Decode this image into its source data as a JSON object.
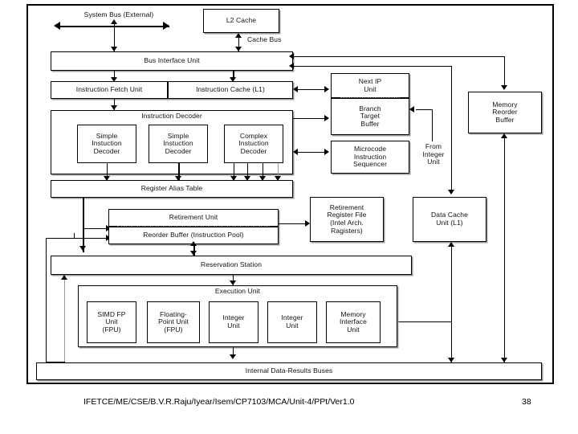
{
  "slide": {
    "title_semantic": "pentium-pro-microarchitecture-block-diagram",
    "footer": {
      "path": "IFETCE/ME/CSE/B.V.R.Raju/Iyear/Isem/CP7103/MCA/Unit-4/PPt/Ver1.0",
      "page": "38"
    }
  },
  "labels": {
    "system_bus": "System Bus (External)",
    "cache_bus": "Cache Bus",
    "from_integer_unit": "From\nInteger\nUnit"
  },
  "blocks": {
    "l2_cache": "L2 Cache",
    "bus_interface_unit": "Bus Interface Unit",
    "instruction_fetch_unit": "Instruction Fetch Unit",
    "instruction_cache_l1": "Instruction Cache (L1)",
    "instruction_decoder": "Instruction Decoder",
    "simple_decoder_1": "Simple\nInstuction\nDecoder",
    "simple_decoder_2": "Simple\nInstuction\nDecoder",
    "complex_decoder": "Complex\nInstuction\nDecoder",
    "next_ip_unit": "Next IP\nUnit",
    "branch_target_buffer": "Branch\nTarget\nBuffer",
    "microcode_instruction_sequencer": "Microcode\nInstruction\nSequencer",
    "memory_reorder_buffer": "Memory\nReorder\nBuffer",
    "register_alias_table": "Register Alias Table",
    "retirement_unit": "Retirement Unit",
    "reorder_buffer": "Reorder Buffer (Instruction Pool)",
    "retirement_register_file": "Retirement\nRegister File\n(Intel Arch.\nRagisters)",
    "data_cache_unit_l1": "Data Cache\nUnit (L1)",
    "reservation_station": "Reservation Station",
    "execution_unit": "Execution Unit",
    "simd_fp_unit": "SIMD FP\nUnit\n(FPU)",
    "floating_point_unit": "Floating-\nPoint Unit\n(FPU)",
    "integer_unit_1": "Integer\nUnit",
    "integer_unit_2": "Integer\nUnit",
    "memory_interface_unit": "Memory\nInterface\nUnit",
    "internal_data_results_buses": "Internal Data-Results Buses"
  },
  "colors": {
    "stroke": "#000000",
    "background": "#ffffff",
    "shadow": "#9a9a9a",
    "text": "#111111"
  }
}
